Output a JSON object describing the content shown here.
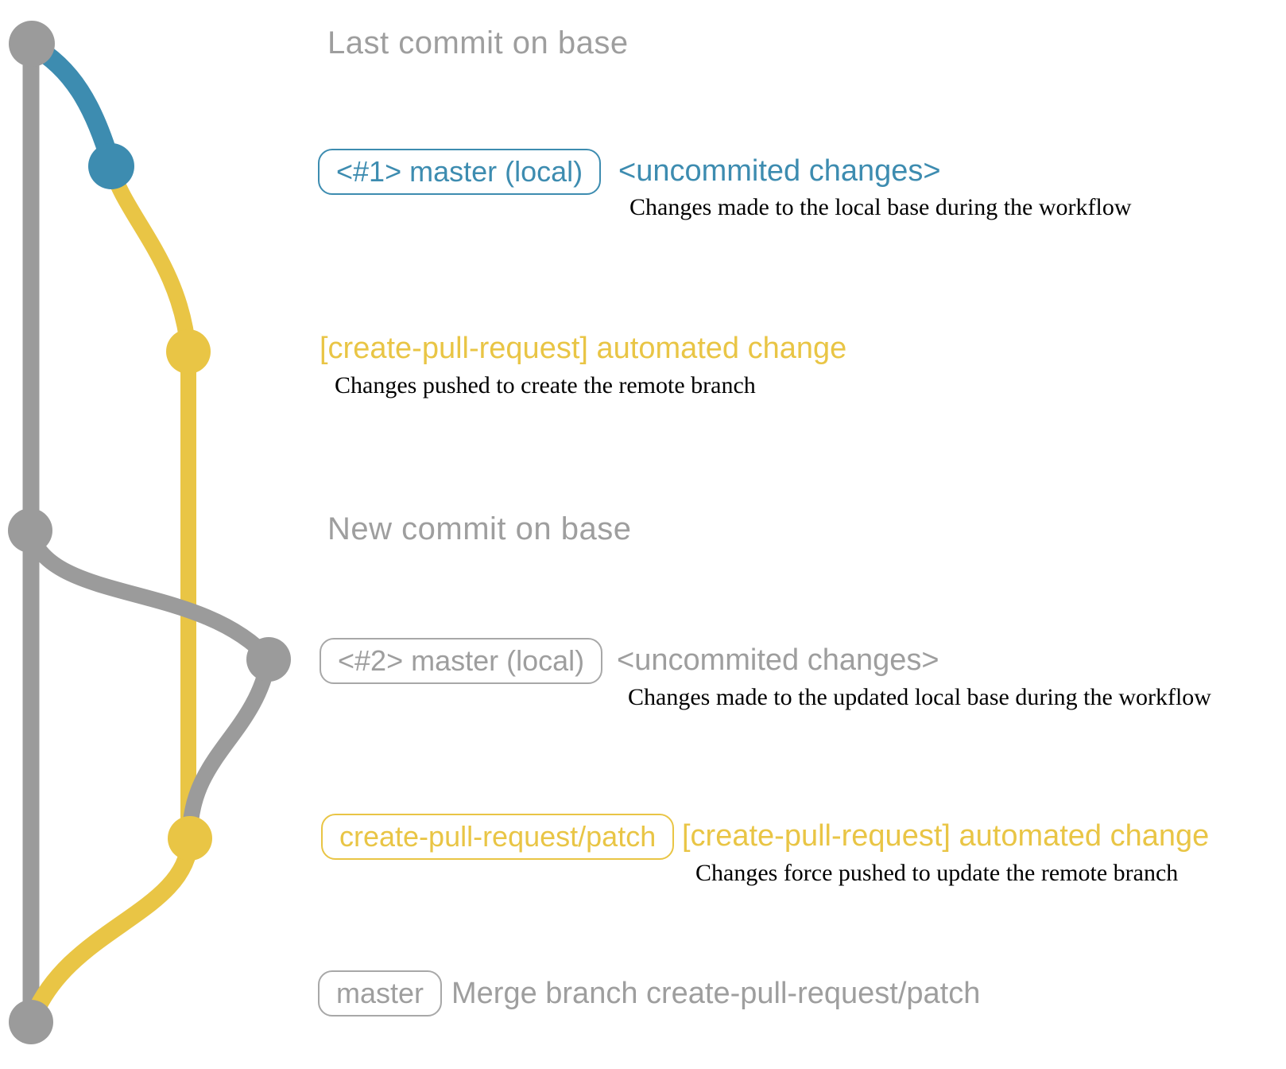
{
  "colors": {
    "gray": "#9b9b9b",
    "text_gray": "#9e9e9e",
    "blue": "#3d8cb0",
    "yellow": "#e9c545",
    "description_text": "#000000"
  },
  "graph": {
    "commits": [
      {
        "name": "last-commit-on-base",
        "color": "gray"
      },
      {
        "name": "local-commit-1",
        "color": "blue"
      },
      {
        "name": "remote-branch-commit-1",
        "color": "yellow"
      },
      {
        "name": "new-commit-on-base",
        "color": "gray"
      },
      {
        "name": "local-commit-2",
        "color": "gray"
      },
      {
        "name": "remote-branch-commit-2",
        "color": "yellow"
      },
      {
        "name": "merge-commit",
        "color": "gray"
      }
    ]
  },
  "rows": {
    "last_commit": {
      "label": "Last commit on base"
    },
    "workflow1": {
      "badge": "<#1> master (local)",
      "title": "<uncommited changes>",
      "desc": "Changes made to the local base during the workflow"
    },
    "push1": {
      "title": "[create-pull-request] automated change",
      "desc": "Changes pushed to create the remote branch"
    },
    "new_commit": {
      "label": "New commit on base"
    },
    "workflow2": {
      "badge": "<#2> master (local)",
      "title": "<uncommited changes>",
      "desc": "Changes made to the updated local base during the workflow"
    },
    "push2": {
      "badge": "create-pull-request/patch",
      "title": "[create-pull-request] automated change",
      "desc": "Changes force pushed to update the remote branch"
    },
    "merge": {
      "badge": "master",
      "title": "Merge branch create-pull-request/patch"
    }
  }
}
